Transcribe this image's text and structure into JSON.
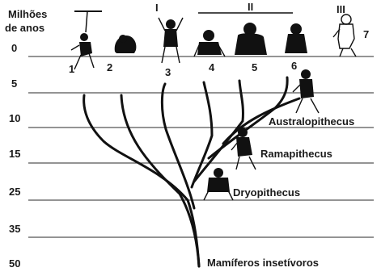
{
  "figure": {
    "axis_title_line1": "Milhões",
    "axis_title_line2": "de anos",
    "time_ticks": [
      "0",
      "5",
      "10",
      "15",
      "25",
      "35",
      "50"
    ],
    "lineage_numbers": [
      "1",
      "2",
      "3",
      "4",
      "5",
      "6",
      "7"
    ],
    "group_labels": [
      "I",
      "II",
      "III"
    ],
    "genera": [
      "Australopithecus",
      "Ramapithecus",
      "Dryopithecus"
    ],
    "root_label": "Mamíferos insetívoros",
    "colors": {
      "ink": "#111111",
      "rule": "#555555",
      "background": "#ffffff"
    }
  }
}
